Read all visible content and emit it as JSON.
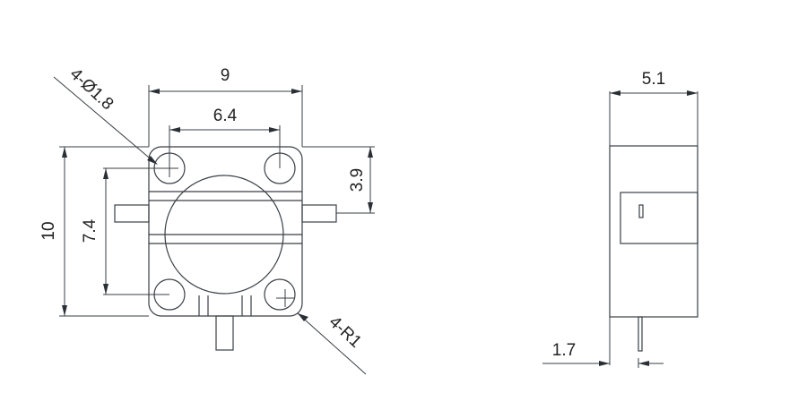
{
  "drawing": {
    "front_view": {
      "dims": {
        "overall_width": "9",
        "hole_spacing_x": "6.4",
        "overall_height": "10",
        "hole_spacing_y": "7.4",
        "pin_offset": "3.9",
        "hole_callout": "4-Ø1.8",
        "corner_radius_callout": "4-R1"
      }
    },
    "side_view": {
      "dims": {
        "thickness": "5.1",
        "pin_offset": "1.7"
      }
    },
    "colors": {
      "line": "#3a3f45",
      "background": "#ffffff"
    }
  }
}
